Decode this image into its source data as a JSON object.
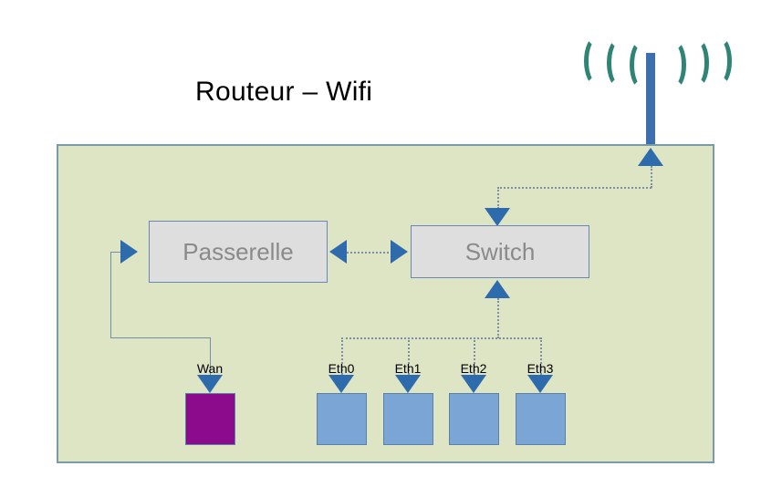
{
  "diagram": {
    "title": "Routeur – Wifi",
    "panel_fill": "#dee5c5",
    "panel_border": "#7a9aa8"
  },
  "antenna": {
    "name": "wifi-antenna",
    "mast_color": "#3d6fae",
    "wave_color": "#2f8476",
    "wave_count_left": 3,
    "wave_count_right": 3
  },
  "nodes": [
    {
      "id": "passerelle",
      "label": "Passerelle",
      "fill": "#dededf",
      "border": "#6a87b5",
      "text_color": "#8a8a8a"
    },
    {
      "id": "switch",
      "label": "Switch",
      "fill": "#dededf",
      "border": "#6a87b5",
      "text_color": "#8a8a8a"
    }
  ],
  "ports": [
    {
      "id": "wan",
      "label": "Wan",
      "fill": "#8c0a8c"
    },
    {
      "id": "eth0",
      "label": "Eth0",
      "fill": "#7ba5d4"
    },
    {
      "id": "eth1",
      "label": "Eth1",
      "fill": "#7ba5d4"
    },
    {
      "id": "eth2",
      "label": "Eth2",
      "fill": "#7ba5d4"
    },
    {
      "id": "eth3",
      "label": "Eth3",
      "fill": "#7ba5d4"
    }
  ],
  "links": {
    "arrow_color": "#2e6bad",
    "dotted_color": "#7d8fa3",
    "solid_color": "#6f90a5",
    "connections": [
      {
        "from": "wan",
        "to": "passerelle",
        "style": "solid"
      },
      {
        "from": "passerelle",
        "to": "switch",
        "style": "dotted"
      },
      {
        "from": "switch",
        "to": "antenna",
        "style": "dotted"
      },
      {
        "from": "eth0",
        "to": "switch",
        "style": "dotted"
      },
      {
        "from": "eth1",
        "to": "switch",
        "style": "dotted"
      },
      {
        "from": "eth2",
        "to": "switch",
        "style": "dotted"
      },
      {
        "from": "eth3",
        "to": "switch",
        "style": "dotted"
      }
    ]
  }
}
